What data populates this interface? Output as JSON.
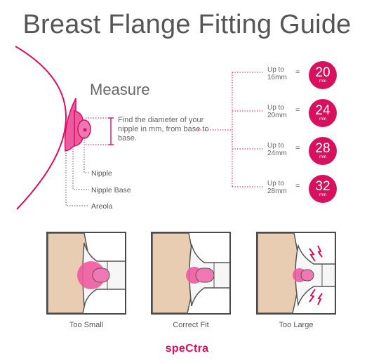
{
  "title": "Breast Flange Fitting Guide",
  "measure": {
    "heading": "Measure",
    "instruction": "Find the diameter of your nipple in mm, from base to base."
  },
  "labels": {
    "nipple": "Nipple",
    "nipple_base": "Nipple Base",
    "areola": "Areola"
  },
  "sizes": [
    {
      "up_to": "Up to",
      "range": "16mm",
      "equals": "=",
      "size": "20",
      "unit": "mm"
    },
    {
      "up_to": "Up to",
      "range": "20mm",
      "equals": "=",
      "size": "24",
      "unit": "mm"
    },
    {
      "up_to": "Up to",
      "range": "24mm",
      "equals": "=",
      "size": "28",
      "unit": "mm"
    },
    {
      "up_to": "Up to",
      "range": "28mm",
      "equals": "=",
      "size": "32",
      "unit": "mm"
    }
  ],
  "fits": [
    {
      "caption": "Too Small"
    },
    {
      "caption": "Correct Fit"
    },
    {
      "caption": "Too Large"
    }
  ],
  "logo": "speCtra",
  "colors": {
    "accent": "#d9105e",
    "skin": "#e8cdb3",
    "nipple": "#ee5aa0",
    "text": "#555555"
  }
}
